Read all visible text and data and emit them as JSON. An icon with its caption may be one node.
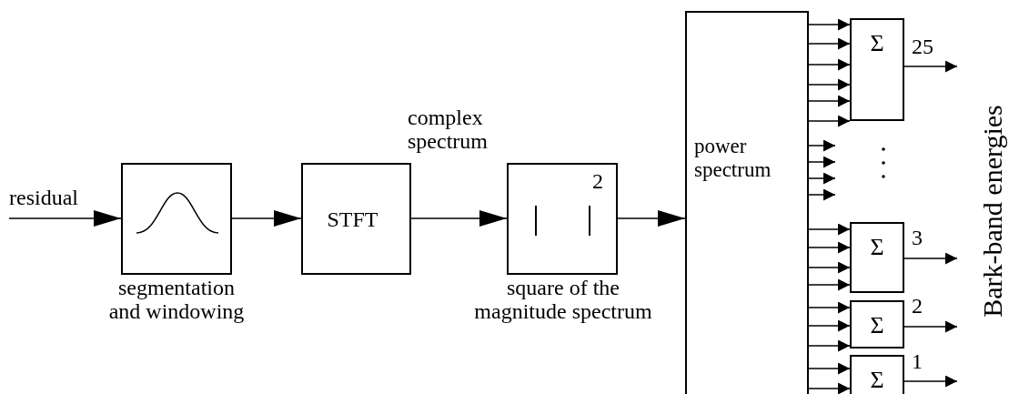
{
  "diagram": {
    "nodes": [
      {
        "text": [],
        "shape": "box",
        "beside": [
          "segmentation and windowing"
        ]
      },
      {
        "text": [
          "STFT"
        ]
      },
      {
        "text": [
          "2"
        ],
        "beside": [
          "square of the magnitude spectrum"
        ]
      },
      {
        "text": [
          "power spectrum"
        ]
      },
      {
        "text": [
          "Σ"
        ]
      },
      {
        "text": [
          "Σ"
        ]
      },
      {
        "text": [
          "Σ"
        ]
      },
      {
        "text": [
          "Σ"
        ]
      }
    ],
    "edges": [
      {
        "from": null,
        "to": 0,
        "arrow": "to",
        "label": "residual"
      },
      {
        "from": 0,
        "to": 1,
        "arrow": "to"
      },
      {
        "from": 1,
        "to": 2,
        "arrow": "to",
        "label": "complex spectrum"
      },
      {
        "from": 2,
        "to": 3,
        "arrow": "to"
      },
      {
        "from": 3,
        "to": 4,
        "arrow": "to"
      },
      {
        "from": 3,
        "to": 4,
        "arrow": "to"
      },
      {
        "from": 3,
        "to": 4,
        "arrow": "to"
      },
      {
        "from": 3,
        "to": 4,
        "arrow": "to"
      },
      {
        "from": 3,
        "to": 4,
        "arrow": "to"
      },
      {
        "from": 3,
        "to": 4,
        "arrow": "to"
      },
      {
        "from": 3,
        "to": null,
        "arrow": "to"
      },
      {
        "from": 3,
        "to": null,
        "arrow": "to"
      },
      {
        "from": 3,
        "to": null,
        "arrow": "to"
      },
      {
        "from": 3,
        "to": null,
        "arrow": "to"
      },
      {
        "from": 3,
        "to": 5,
        "arrow": "to"
      },
      {
        "from": 3,
        "to": 5,
        "arrow": "to"
      },
      {
        "from": 3,
        "to": 5,
        "arrow": "to"
      },
      {
        "from": 3,
        "to": 5,
        "arrow": "to"
      },
      {
        "from": 3,
        "to": 6,
        "arrow": "to"
      },
      {
        "from": 3,
        "to": 6,
        "arrow": "to"
      },
      {
        "from": 3,
        "to": 6,
        "arrow": "to"
      },
      {
        "from": 3,
        "to": 7,
        "arrow": "to"
      },
      {
        "from": 3,
        "to": 7,
        "arrow": "to"
      },
      {
        "from": 4,
        "to": null,
        "arrow": "to",
        "label": "25"
      },
      {
        "from": 5,
        "to": null,
        "arrow": "to",
        "label": "3"
      },
      {
        "from": 6,
        "to": null,
        "arrow": "to",
        "label": "2"
      },
      {
        "from": 7,
        "to": null,
        "arrow": "to",
        "label": "1"
      }
    ],
    "labels": [
      "Bark-band energies"
    ]
  }
}
